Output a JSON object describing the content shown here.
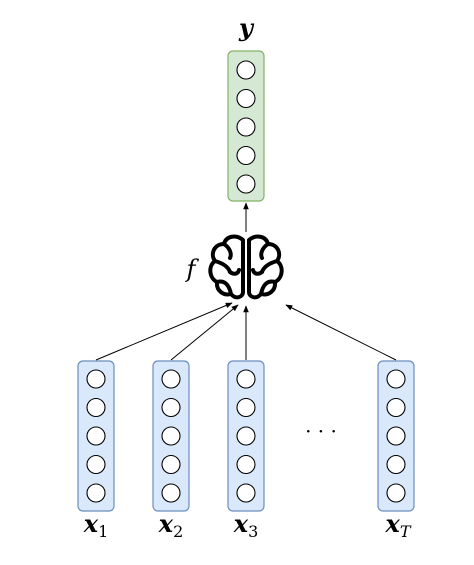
{
  "output": {
    "label": "y",
    "neurons": 5,
    "fill": "#d5e8d4",
    "stroke": "#82b366"
  },
  "model": {
    "label": "f",
    "icon": "brain-icon"
  },
  "inputs": [
    {
      "base": "x",
      "sub": "1",
      "neurons": 5
    },
    {
      "base": "x",
      "sub": "2",
      "neurons": 5
    },
    {
      "base": "x",
      "sub": "3",
      "neurons": 5
    },
    {
      "base": "x",
      "sub": "T",
      "neurons": 5
    }
  ],
  "input_style": {
    "fill": "#dae8fc",
    "stroke": "#6c8ebf"
  },
  "ellipsis": "· · ·"
}
